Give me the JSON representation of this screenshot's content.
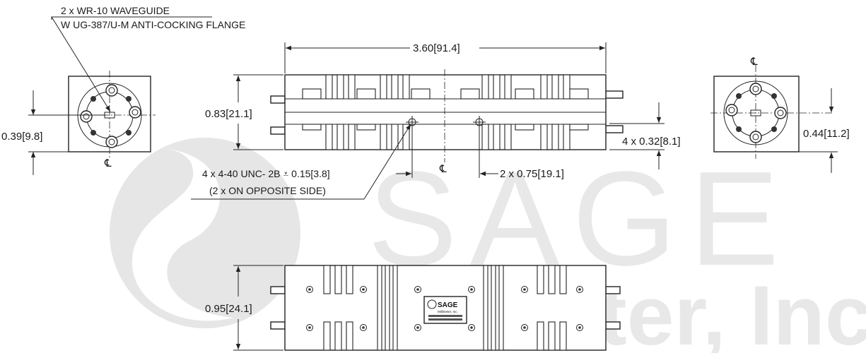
{
  "watermark": {
    "brand": "SAGE",
    "company": "Millimeter, Inc."
  },
  "notes": {
    "waveguide_line1": "2 x WR-10 WAVEGUIDE",
    "waveguide_line2": "W UG-387/U-M ANTI-COCKING FLANGE",
    "tapped_hole_line1": "4 x 4-40 UNC- 2B ⩡ 0.15[3.8]",
    "tapped_hole_line2": "(2 x ON OPPOSITE SIDE)"
  },
  "dimensions": {
    "overall_length": "3.60[91.4]",
    "height_side": "0.83[21.1]",
    "left_offset": "0.39[9.8]",
    "right_offset": "0.44[11.2]",
    "hole_offset": "4 x 0.32[8.1]",
    "hole_spacing": "2 x 0.75[19.1]",
    "height_top": "0.95[24.1]"
  },
  "symbols": {
    "centerline": "℄"
  },
  "label": {
    "brand": "SAGE",
    "sub": "Millimeter, Inc."
  }
}
